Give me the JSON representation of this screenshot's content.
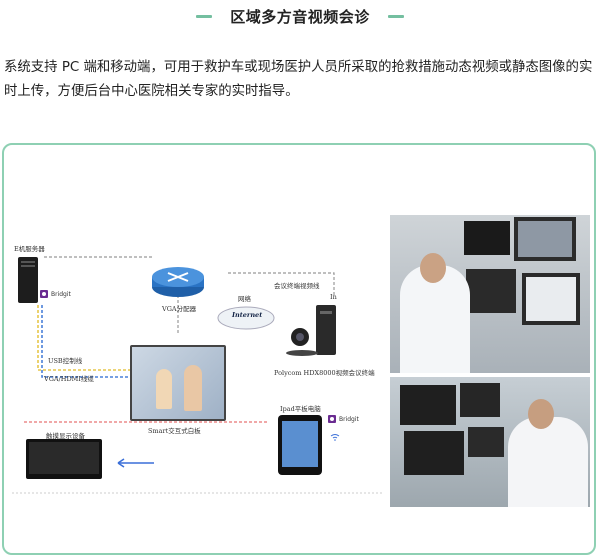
{
  "section": {
    "title": "区域多方音视频会诊",
    "description": "系统支持 PC 端和移动端，可用于救护车或现场医护人员所采取的抢救措施动态视频或静态图像的实时上传，方便后台中心医院相关专家的实时指导。"
  },
  "diagram": {
    "server_label": "E机服务器",
    "bridgit_label": "Bridgit",
    "vga_label": "VGA分配器",
    "network_label": "网络",
    "internet_label": "Internet",
    "conf_line_label": "会议终端视频线",
    "in_label": "In",
    "polycom_label": "Polycom HDX8000视频会议终端",
    "usb_label": "USB控制线",
    "vga_hdmi_label": "VGA/HDMI线缆",
    "smartboard_label": "Smart交互式白板",
    "ipad_label": "Ipad平板电脑",
    "touch_label": "触摸显示设备"
  },
  "colors": {
    "accent": "#74bfa0",
    "border": "#8ed0b3",
    "bridgit": "#6a2c91",
    "arrow_red": "#e05050",
    "arrow_blue": "#3a6fd8"
  }
}
